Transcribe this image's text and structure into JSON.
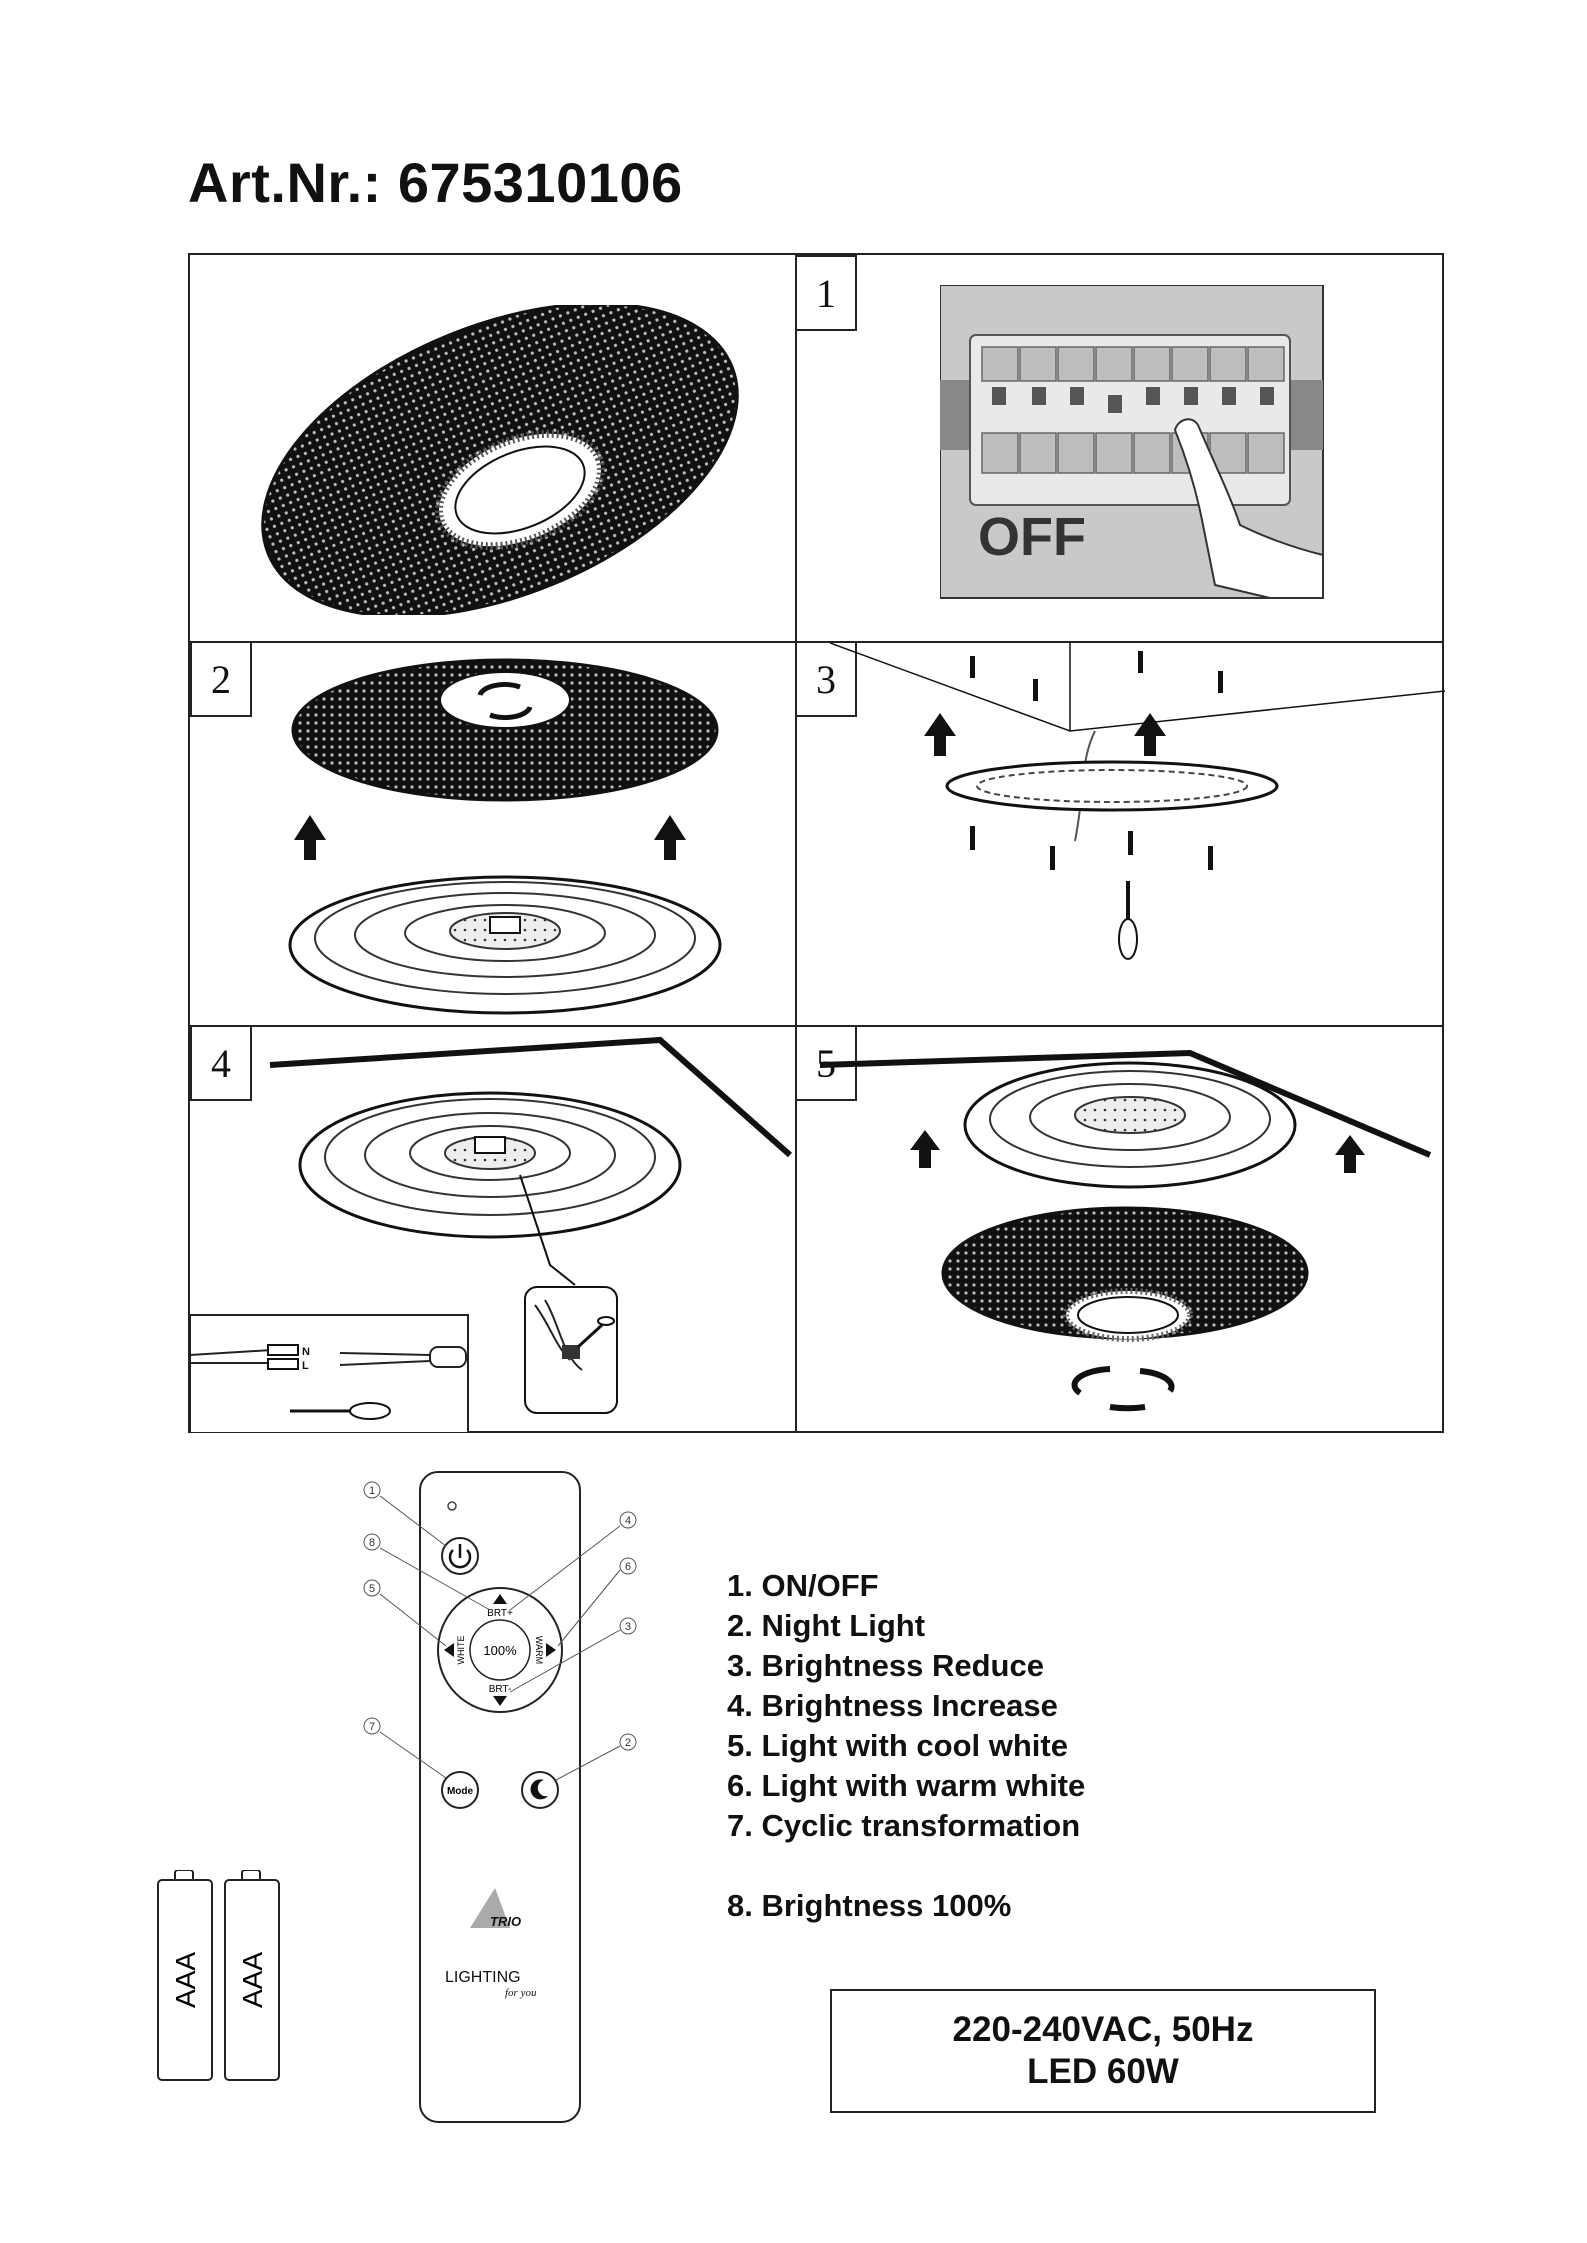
{
  "header": {
    "title": "Art.Nr.: 675310106"
  },
  "steps": [
    {
      "number": "1",
      "switch_label": "OFF"
    },
    {
      "number": "2"
    },
    {
      "number": "3"
    },
    {
      "number": "4"
    },
    {
      "number": "5"
    }
  ],
  "wiring": {
    "terminal_labels": [
      "N",
      "L"
    ]
  },
  "remote": {
    "buttons": {
      "brightness_up": "BRT+",
      "brightness_down": "BRT-",
      "white": "WHITE",
      "warm": "WARM",
      "center": "100%",
      "mode": "Mode"
    },
    "callouts": [
      "1",
      "8",
      "5",
      "4",
      "6",
      "3",
      "7",
      "2"
    ],
    "brand": {
      "mark": "TRIO",
      "name": "LIGHTING",
      "tagline": "for you"
    }
  },
  "legend": [
    "1. ON/OFF",
    "2. Night Light",
    "3. Brightness Reduce",
    "4. Brightness Increase",
    "5. Light with cool white",
    "6. Light with warm white",
    "7. Cyclic transformation",
    "8. Brightness 100%"
  ],
  "batteries": [
    {
      "label": "AAA"
    },
    {
      "label": "AAA"
    }
  ],
  "spec": {
    "line1": "220-240VAC, 50Hz",
    "line2": "LED 60W"
  }
}
